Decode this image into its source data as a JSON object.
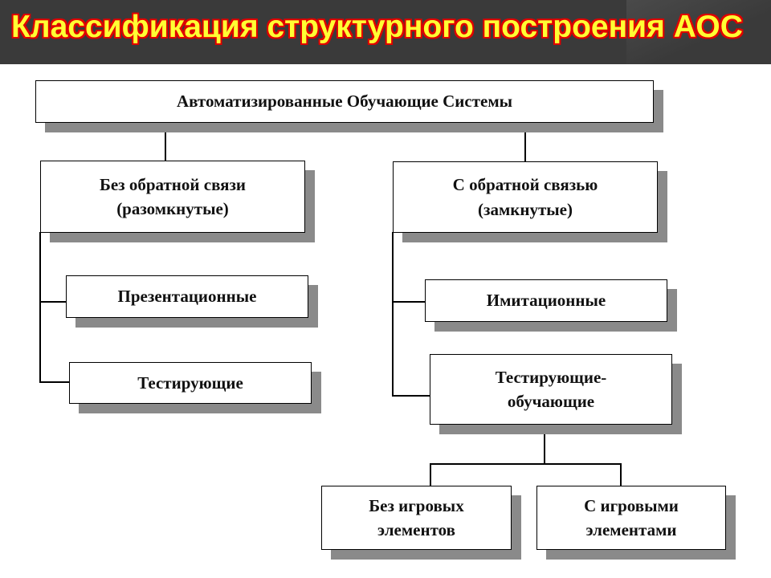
{
  "title": "Классификация структурного построения АОС",
  "diagram": {
    "root": "Автоматизированные Обучающие Системы",
    "left_branch": {
      "label": "Без обратной связи\n(разомкнутые)",
      "children": [
        "Презентационные",
        "Тестирующие"
      ]
    },
    "right_branch": {
      "label": "С обратной связью\n(замкнутые)",
      "children": [
        "Имитационные",
        "Тестирующие-\nобучающие"
      ],
      "sub_children": [
        "Без игровых\nэлементов",
        "С игровыми\nэлементами"
      ]
    }
  },
  "colors": {
    "header_bg": "#3a3a3a",
    "title_fill": "#ffff33",
    "title_outline": "#e00000",
    "shadow": "#8a8a8a"
  }
}
